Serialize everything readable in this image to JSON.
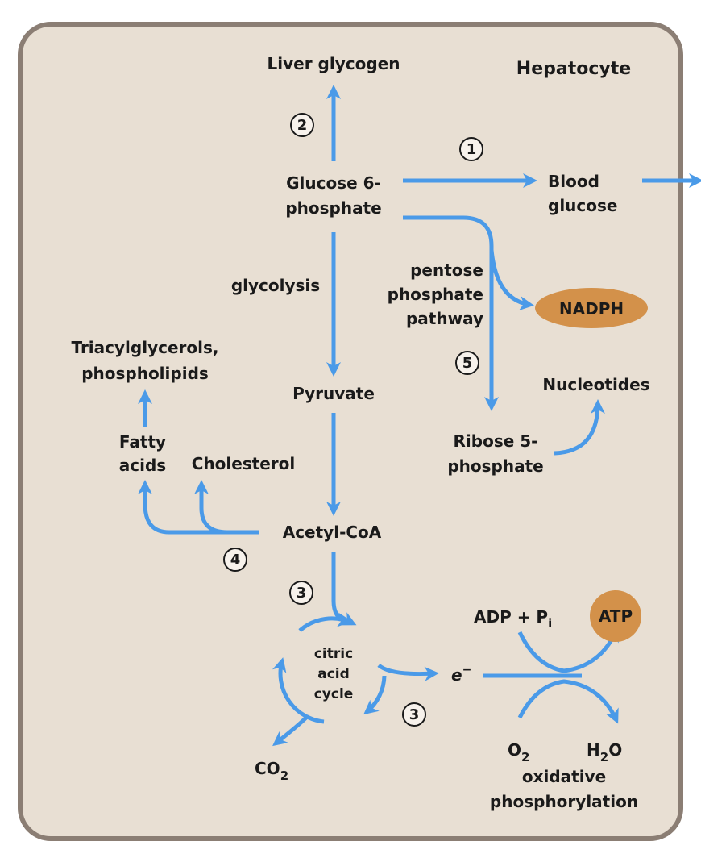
{
  "colors": {
    "cell_fill": "#e8dfd3",
    "cell_border": "#8b7e74",
    "arrow": "#4a9ae8",
    "product_fill": "#d3914a"
  },
  "cell_label": "Hepatocyte",
  "nodes": {
    "liver_glycogen": "Liver glycogen",
    "glucose6p_1": "Glucose 6-",
    "glucose6p_2": "phosphate",
    "blood_glucose_1": "Blood",
    "blood_glucose_2": "glucose",
    "glycolysis": "glycolysis",
    "ppp_1": "pentose",
    "ppp_2": "phosphate",
    "ppp_3": "pathway",
    "nadph": "NADPH",
    "tag_1": "Triacylglycerols,",
    "tag_2": "phospholipids",
    "nucleotides": "Nucleotides",
    "pyruvate": "Pyruvate",
    "ribose_1": "Ribose 5-",
    "ribose_2": "phosphate",
    "fatty_1": "Fatty",
    "fatty_2": "acids",
    "cholesterol": "Cholesterol",
    "acetyl_coa": "Acetyl-CoA",
    "tca_1": "citric",
    "tca_2": "acid",
    "tca_3": "cycle",
    "electron": "e",
    "electron_sup": "−",
    "adp_pi": "ADP + P",
    "adp_pi_sub": "i",
    "atp": "ATP",
    "co2": "CO",
    "co2_sub": "2",
    "o2": "O",
    "o2_sub": "2",
    "h2o_a": "H",
    "h2o_sub": "2",
    "h2o_b": "O",
    "oxphos_1": "oxidative",
    "oxphos_2": "phosphorylation"
  },
  "steps": {
    "s1": "1",
    "s2": "2",
    "s3a": "3",
    "s3b": "3",
    "s4": "4",
    "s5": "5"
  }
}
